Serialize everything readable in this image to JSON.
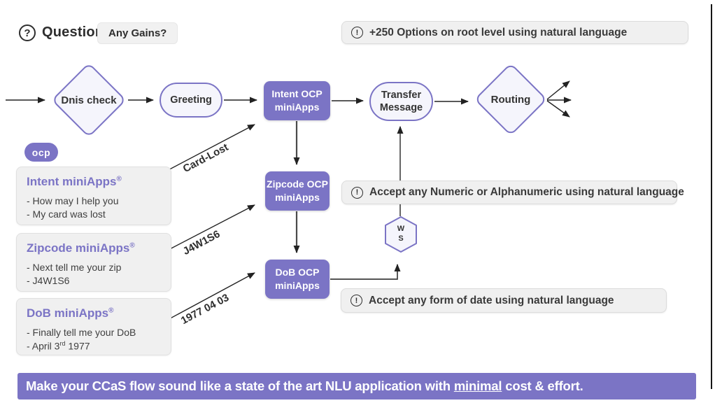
{
  "header": {
    "icon": "?",
    "label": "Question:",
    "badge": "Any Gains?"
  },
  "callouts": {
    "root": {
      "icon": "!",
      "text": "+250 Options on root level using natural language"
    },
    "numeric": {
      "icon": "!",
      "text": "Accept any Numeric or Alphanumeric using natural language"
    },
    "date": {
      "icon": "!",
      "text": "Accept any form of date using natural language"
    }
  },
  "flow": {
    "dnis": "Dnis check",
    "greeting": "Greeting",
    "intent": {
      "l1": "Intent OCP",
      "l2": "miniApps"
    },
    "transfer": {
      "l1": "Transfer",
      "l2": "Message"
    },
    "routing": "Routing",
    "zipcode": {
      "l1": "Zipcode OCP",
      "l2": "miniApps"
    },
    "dob": {
      "l1": "DoB OCP",
      "l2": "miniApps"
    },
    "ws": {
      "l1": "W",
      "l2": "S"
    },
    "labels": {
      "card_lost": "Card-Lost",
      "zip": "J4W1S6",
      "dob": "1977 04 03"
    }
  },
  "logo": "ocp",
  "cards": [
    {
      "title": "Intent miniApps",
      "reg": "®",
      "line1": "- How may I help you",
      "line2": "- My card was lost"
    },
    {
      "title": "Zipcode miniApps",
      "reg": "®",
      "line1": "- Next tell me your zip",
      "line2": "- J4W1S6"
    },
    {
      "title": "DoB miniApps",
      "reg": "®",
      "line1": "- Finally tell me your DoB",
      "line2": {
        "pre": "- April 3",
        "sup": "rd",
        "post": " 1977"
      }
    }
  ],
  "banner": {
    "before": "Make your CCaS flow sound like a state of the art NLU application with ",
    "underline": "minimal",
    "after": " cost & effort."
  },
  "colors": {
    "purple": "#7b74c5",
    "node_fill": "#f5f5fc",
    "gray_box": "#f0f0f0",
    "ink": "#2e2e2e"
  }
}
